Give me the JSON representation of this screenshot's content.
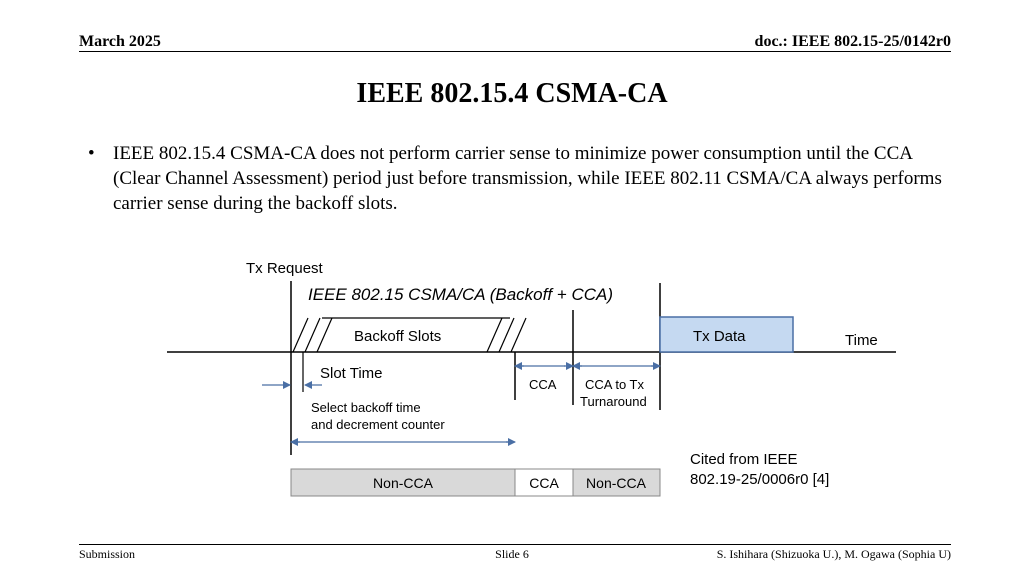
{
  "header": {
    "date": "March 2025",
    "doc_id": "doc.: IEEE 802.15-25/0142r0"
  },
  "slide": {
    "title": "IEEE 802.15.4 CSMA-CA",
    "bullet": "IEEE 802.15.4 CSMA-CA does not perform carrier sense to minimize power consumption until the CCA (Clear Channel Assessment) period just before transmission, while IEEE 802.11 CSMA/CA always performs carrier sense during the backoff slots."
  },
  "diagram": {
    "tx_request": "Tx Request",
    "heading": "IEEE 802.15 CSMA/CA (Backoff + CCA)",
    "backoff_slots": "Backoff Slots",
    "tx_data": "Tx Data",
    "time": "Time",
    "slot_time": "Slot Time",
    "cca": "CCA",
    "turnaround_line1": "CCA to Tx",
    "turnaround_line2": "Turnaround",
    "select_line1": "Select backoff time",
    "select_line2": "and decrement counter",
    "bar": {
      "non_cca_1": "Non-CCA",
      "cca": "CCA",
      "non_cca_2": "Non-CCA"
    },
    "colors": {
      "arrow": "#4a6fa5",
      "tx_data_fill": "#c5d9f1",
      "tx_data_stroke": "#4a6fa5",
      "bar_fill": "#d9d9d9"
    }
  },
  "citation": {
    "line1": "Cited from IEEE",
    "line2": "802.19-25/0006r0 [4]"
  },
  "footer": {
    "left": "Submission",
    "center": "Slide 6",
    "right": "S. Ishihara (Shizuoka U.), M. Ogawa (Sophia U)"
  }
}
